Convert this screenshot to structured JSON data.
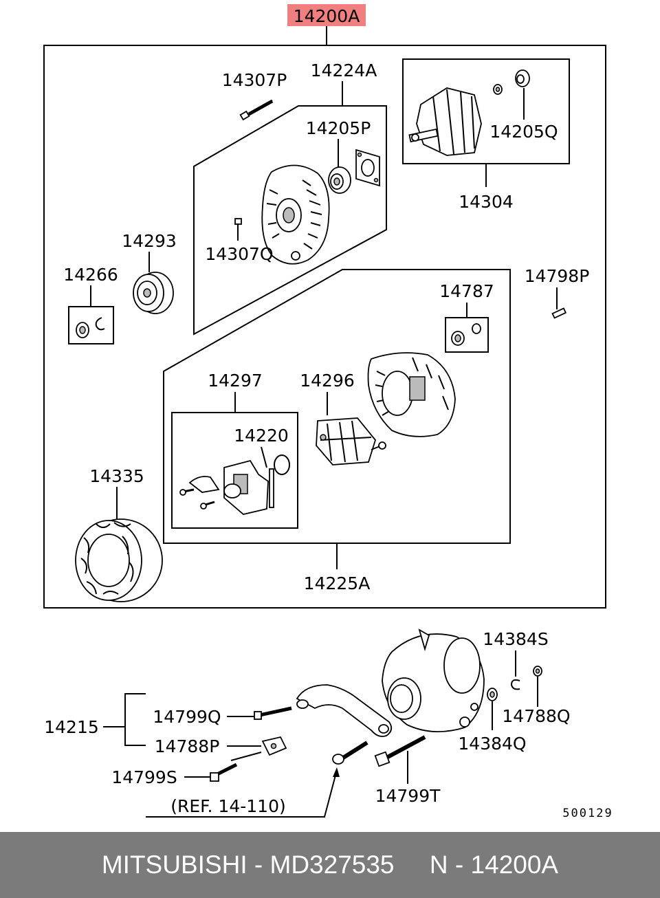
{
  "header": {
    "main_part": "14200A",
    "highlight_color": "#f08080"
  },
  "labels": {
    "p14307P": "14307P",
    "p14224A": "14224A",
    "p14205P": "14205P",
    "p14205Q": "14205Q",
    "p14304": "14304",
    "p14293": "14293",
    "p14307Q": "14307Q",
    "p14266": "14266",
    "p14798P": "14798P",
    "p14787": "14787",
    "p14297": "14297",
    "p14296": "14296",
    "p14220": "14220",
    "p14335": "14335",
    "p14225A": "14225A",
    "p14384S": "14384S",
    "p14215": "14215",
    "p14799Q": "14799Q",
    "p14788Q": "14788Q",
    "p14788P": "14788P",
    "p14384Q": "14384Q",
    "p14799S": "14799S",
    "p14799T": "14799T",
    "ref": "(REF. 14-110)",
    "diagram_code": "500129"
  },
  "footer": {
    "brand": "MITSUBISHI",
    "separator1": " - ",
    "part_number": "MD327535",
    "gap": "     ",
    "prefix": "N",
    "separator2": " - ",
    "group": "14200A",
    "bar_color": "#7b7b7b"
  }
}
